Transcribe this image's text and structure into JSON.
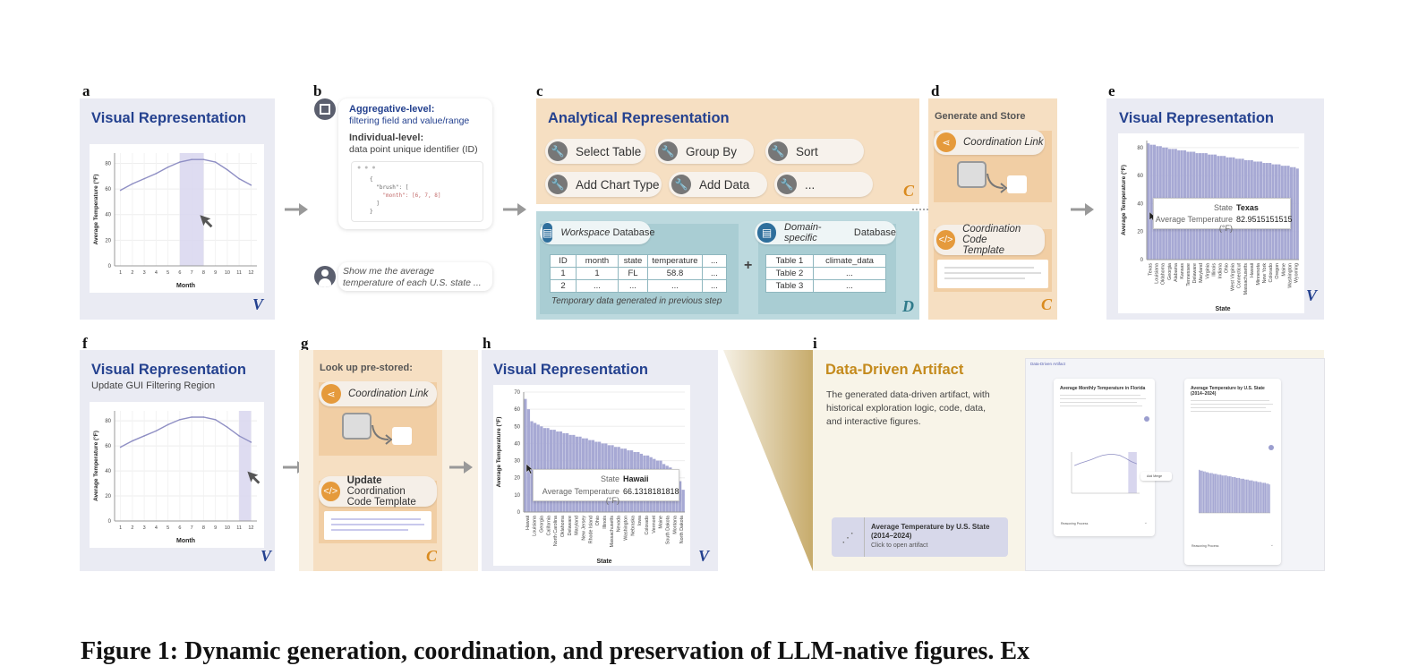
{
  "panels": {
    "a": {
      "label": "a",
      "title": "Visual Representation",
      "corner": "V",
      "ylabel": "Average Temperature (°F)",
      "xlabel": "Month",
      "yticks": [
        "0",
        "20",
        "40",
        "60",
        "80"
      ],
      "xticks": [
        "1",
        "2",
        "3",
        "4",
        "5",
        "6",
        "7",
        "8",
        "9",
        "10",
        "11",
        "12"
      ]
    },
    "b": {
      "label": "b",
      "agg_title": "Aggregative-level:",
      "agg_text": "filtering field and value/range",
      "ind_title": "Individual-level:",
      "ind_text": "data point unique identifier (ID)",
      "code_lines": [
        "{",
        "  \"brush\": [",
        "    \"month\": [6, 7, 8]",
        "  ]",
        "}"
      ],
      "user_msg_line1": "Show me the average",
      "user_msg_line2": "temperature of each U.S. state ..."
    },
    "c": {
      "label": "c",
      "title": "Analytical Representation",
      "corner": "C",
      "ops": [
        "Select Table",
        "Group By",
        "Sort",
        "Add Chart Type",
        "Add Data",
        "..."
      ],
      "workspace_title_em": "Workspace",
      "workspace_title_rest": "Database",
      "workspace_headers": [
        "ID",
        "month",
        "state",
        "temperature",
        "..."
      ],
      "workspace_rows": [
        [
          "1",
          "1",
          "FL",
          "58.8",
          "..."
        ],
        [
          "2",
          "...",
          "...",
          "...",
          "..."
        ]
      ],
      "workspace_note": "Temporary data generated in previous step",
      "plus": "+",
      "domain_title_em": "Domain-specific",
      "domain_title_rest": "Database",
      "domain_rows": [
        [
          "Table 1",
          "climate_data"
        ],
        [
          "Table 2",
          "..."
        ],
        [
          "Table 3",
          "..."
        ]
      ],
      "d_corner": "D"
    },
    "d": {
      "label": "d",
      "title": "Generate and Store",
      "link_label": "Coordination Link",
      "template_label_1": "Coordination Code",
      "template_label_2": "Template",
      "corner": "C"
    },
    "e": {
      "label": "e",
      "title": "Visual Representation",
      "corner": "V",
      "ylabel": "Average Temperature (°F)",
      "xlabel": "State",
      "yticks": [
        "0",
        "20",
        "40",
        "60",
        "80"
      ],
      "states": [
        "Texas",
        "Louisiana",
        "Oklahoma",
        "Georgia",
        "Alabama",
        "Kansas",
        "Tennessee",
        "Delaware",
        "Maryland",
        "Virginia",
        "Illinois",
        "Indiana",
        "Ohio",
        "West Virginia",
        "Connecticut",
        "Massachusetts",
        "Hawaii",
        "Minnesota",
        "New York",
        "Colorado",
        "Oregon",
        "Maine",
        "Washington",
        "Wyoming"
      ],
      "tooltip_k1": "State",
      "tooltip_v1": "Texas",
      "tooltip_k2": "Average Temperature (°F)",
      "tooltip_v2": "82.9515151515"
    },
    "f": {
      "label": "f",
      "title": "Visual Representation",
      "subtitle": "Update GUI Filtering Region",
      "corner": "V",
      "ylabel": "Average Temperature (°F)",
      "xlabel": "Month",
      "yticks": [
        "0",
        "20",
        "40",
        "60",
        "80"
      ],
      "xticks": [
        "1",
        "2",
        "3",
        "4",
        "5",
        "6",
        "7",
        "8",
        "9",
        "10",
        "11",
        "12"
      ]
    },
    "g": {
      "label": "g",
      "title": "Look up pre-stored:",
      "link_label": "Coordination Link",
      "update_em": "Update",
      "update_rest_1": "Coordination",
      "update_rest_2": "Code Template",
      "corner": "C"
    },
    "h": {
      "label": "h",
      "title": "Visual Representation",
      "corner": "V",
      "ylabel": "Average Temperature (°F)",
      "xlabel": "State",
      "yticks": [
        "0",
        "10",
        "20",
        "30",
        "40",
        "50",
        "60",
        "70"
      ],
      "states": [
        "Hawaii",
        "Louisiana",
        "Georgia",
        "California",
        "North Carolina",
        "Oklahoma",
        "Delaware",
        "Maryland",
        "New Jersey",
        "Rhode Island",
        "Ohio",
        "Illinois",
        "Massachusetts",
        "Nevada",
        "Washington",
        "Nebraska",
        "Iowa",
        "Colorado",
        "Vermont",
        "Maine",
        "South Dakota",
        "Montana",
        "North Dakota"
      ],
      "tooltip_k1": "State",
      "tooltip_v1": "Hawaii",
      "tooltip_k2": "Average Temperature (°F)",
      "tooltip_v2": "66.1318181818"
    },
    "i": {
      "label": "i",
      "title": "Data-Driven Artifact",
      "desc": [
        "The generated data-driven artifact, with",
        "historical exploration logic, code, data,",
        "and interactive figures."
      ],
      "card_title_1": "Average Temperature by U.S. State",
      "card_title_2": "(2014–2024)",
      "card_sub": "Click to open artifact",
      "artifact_header": "Data-Driven Artifact",
      "left_card_title": "Average Monthly Temperature in Florida",
      "right_card_title_1": "Average Temperature by U.S. State",
      "right_card_title_2": "(2014–2024)",
      "reasoning": "Reasoning Process",
      "add_button": "Add Merge"
    }
  },
  "caption": "Figure 1: Dynamic generation, coordination, and preservation of LLM-native figures. Ex",
  "chart_data": [
    {
      "type": "line",
      "id": "a",
      "x": [
        1,
        2,
        3,
        4,
        5,
        6,
        7,
        8,
        9,
        10,
        11,
        12
      ],
      "values": [
        59,
        64,
        68,
        72,
        77,
        81,
        83,
        83,
        81,
        75,
        68,
        63
      ],
      "ylim": [
        0,
        88
      ],
      "xlabel": "Month",
      "ylabel": "Average Temperature (°F)",
      "highlight_x": [
        6,
        8
      ]
    },
    {
      "type": "bar",
      "id": "e",
      "values": [
        83,
        82,
        82,
        81,
        81,
        80,
        80,
        79,
        79,
        79,
        78,
        78,
        78,
        77,
        77,
        77,
        76,
        76,
        76,
        76,
        75,
        75,
        75,
        74,
        74,
        74,
        73,
        73,
        73,
        72,
        72,
        72,
        71,
        71,
        71,
        70,
        70,
        70,
        69,
        69,
        69,
        68,
        68,
        68,
        67,
        67,
        67,
        66,
        66,
        65
      ],
      "ylim": [
        0,
        85
      ],
      "xlabel": "State",
      "ylabel": "Average Temperature (°F)"
    },
    {
      "type": "line",
      "id": "f",
      "x": [
        1,
        2,
        3,
        4,
        5,
        6,
        7,
        8,
        9,
        10,
        11,
        12
      ],
      "values": [
        59,
        64,
        68,
        72,
        77,
        81,
        83,
        83,
        81,
        75,
        68,
        63
      ],
      "ylim": [
        0,
        88
      ],
      "xlabel": "Month",
      "ylabel": "Average Temperature (°F)",
      "highlight_x": [
        11,
        12
      ]
    },
    {
      "type": "bar",
      "id": "h",
      "values": [
        66,
        60,
        53,
        52,
        51,
        50,
        49,
        49,
        48,
        48,
        47,
        47,
        46,
        46,
        45,
        45,
        44,
        44,
        43,
        43,
        42,
        42,
        41,
        41,
        40,
        40,
        39,
        39,
        38,
        38,
        37,
        37,
        36,
        36,
        35,
        35,
        34,
        33,
        33,
        32,
        31,
        30,
        30,
        28,
        27,
        26,
        24,
        22,
        18,
        13
      ],
      "ylim": [
        0,
        70
      ],
      "xlabel": "State",
      "ylabel": "Average Temperature (°F)"
    }
  ],
  "colors": {
    "vpanel": "#eaebf3",
    "cpanel": "#f6dfc2",
    "dpanel": "#bcd9de",
    "accent_blue": "#24418f",
    "accent_gold": "#c48a1c",
    "bar": "#a7a9d4",
    "line": "#8f8fc4"
  }
}
